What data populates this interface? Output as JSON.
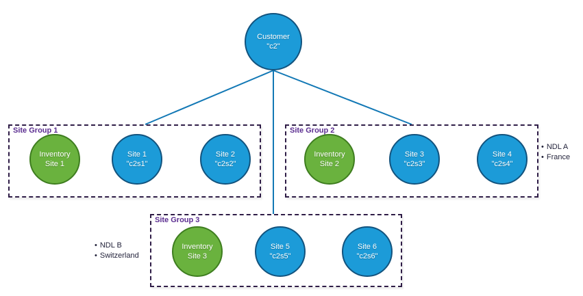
{
  "diagram": {
    "bullet": "•",
    "customer": {
      "line1": "Customer",
      "line2": "\"c2\""
    },
    "groups": [
      {
        "label": "Site Group 1",
        "nodes": [
          {
            "kind": "inventory",
            "line1": "Inventory",
            "line2": "Site 1"
          },
          {
            "kind": "site",
            "line1": "Site 1",
            "line2": "\"c2s1\""
          },
          {
            "kind": "site",
            "line1": "Site 2",
            "line2": "\"c2s2\""
          }
        ]
      },
      {
        "label": "Site Group 2",
        "nodes": [
          {
            "kind": "inventory",
            "line1": "Inventory",
            "line2": "Site 2"
          },
          {
            "kind": "site",
            "line1": "Site 3",
            "line2": "\"c2s3\""
          },
          {
            "kind": "site",
            "line1": "Site 4",
            "line2": "\"c2s4\""
          }
        ],
        "annotations": [
          "NDL A",
          "France"
        ],
        "annotation_side": "right"
      },
      {
        "label": "Site Group 3",
        "nodes": [
          {
            "kind": "inventory",
            "line1": "Inventory",
            "line2": "Site 3"
          },
          {
            "kind": "site",
            "line1": "Site 5",
            "line2": "\"c2s5\""
          },
          {
            "kind": "site",
            "line1": "Site 6",
            "line2": "\"c2s6\""
          }
        ],
        "annotations": [
          "NDL B",
          "Switzerland"
        ],
        "annotation_side": "left"
      }
    ],
    "colors": {
      "site_fill": "#1C9BD8",
      "site_border": "#12537E",
      "inventory_fill": "#6AB23E",
      "inventory_border": "#3E7D1F",
      "connector": "#1278B5",
      "group_border": "#2E1C46",
      "group_label_text": "#5B2D90",
      "annotation_text": "#23233B",
      "node_text": "#FFFFFF"
    }
  }
}
